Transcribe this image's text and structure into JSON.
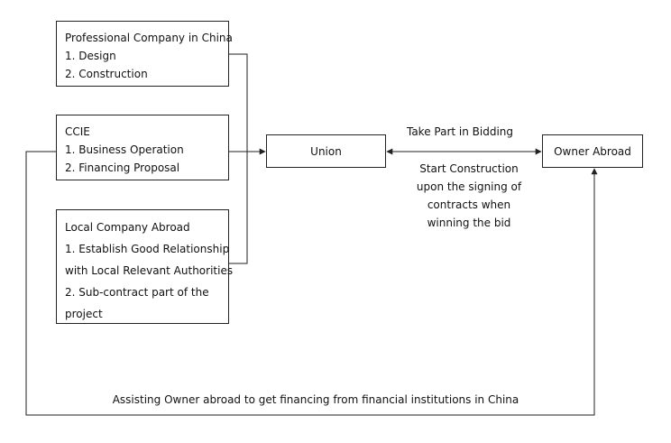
{
  "boxes": {
    "professional": {
      "title": "Professional Company in China",
      "items": [
        "1. Design",
        "2. Construction"
      ]
    },
    "ccie": {
      "title": "CCIE",
      "items": [
        "1. Business Operation",
        "2. Financing Proposal"
      ]
    },
    "local": {
      "title": "Local Company Abroad",
      "items": [
        "1. Establish Good Relationship",
        "with Local Relevant Authorities",
        "2. Sub-contract part of the",
        "project"
      ]
    },
    "union": {
      "label": "Union"
    },
    "owner": {
      "label": "Owner Abroad"
    }
  },
  "labels": {
    "bidding": "Take Part in Bidding",
    "construction": [
      "Start Construction",
      "upon the signing of",
      "contracts when",
      "winning the bid"
    ],
    "financing": "Assisting Owner abroad to get financing from financial institutions in China"
  },
  "colors": {
    "line": "#222222",
    "background": "#ffffff"
  }
}
